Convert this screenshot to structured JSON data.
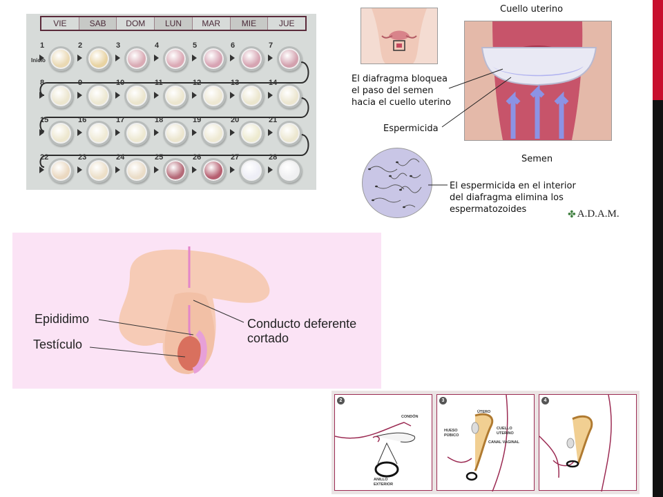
{
  "pill_pack": {
    "days": [
      "VIE",
      "SAB",
      "DOM",
      "LUN",
      "MAR",
      "MIE",
      "JUE"
    ],
    "start_label": "Inicio",
    "numbers": [
      "1",
      "2",
      "3",
      "4",
      "5",
      "6",
      "7",
      "8",
      "9",
      "10",
      "11",
      "12",
      "13",
      "14",
      "15",
      "16",
      "17",
      "18",
      "19",
      "20",
      "21",
      "22",
      "23",
      "24",
      "25",
      "26",
      "27",
      "28"
    ],
    "colors": [
      "#ead9b3",
      "#e8d3a2",
      "#d9aab4",
      "#dba9b5",
      "#d7a3b3",
      "#d6a4b2",
      "#d3a1ae",
      "#ece6cf",
      "#ede8d2",
      "#ebe5cd",
      "#ece6cf",
      "#eee8d3",
      "#ebe6ce",
      "#ece6d0",
      "#ede7cf",
      "#efead5",
      "#ede8d1",
      "#ebe5ce",
      "#eee9d3",
      "#edeacf",
      "#ece7d0",
      "#ead8c0",
      "#ecdfc8",
      "#eadcc7",
      "#b56a78",
      "#b65f70",
      "#eeeef6",
      "#f0f0f2"
    ]
  },
  "diaphragm": {
    "title": "Cuello uterino",
    "block_label": [
      "El diafragma bloquea",
      "el paso del semen",
      "hacia el cuello uterino"
    ],
    "spermicide_label": "Espermicida",
    "semen_label": "Semen",
    "kill_label": [
      "El espermicida en el interior",
      "del diafragma elimina los",
      "espermatozoides"
    ],
    "brand": "A.D.A.M."
  },
  "vasectomy": {
    "epididymis_label": "Epididimo",
    "testicle_label": "Testículo",
    "vas_label": [
      "Conducto deferente",
      "cortado"
    ]
  },
  "condom": {
    "steps": [
      "2",
      "3",
      "4"
    ],
    "p2_condom": "CONDÓN",
    "p2_ring": [
      "ANILLO",
      "EXTERIOR"
    ],
    "p3_uterus": "ÚTERO",
    "p3_bone": [
      "HUESO",
      "PÚBICO"
    ],
    "p3_cervix": [
      "CUELLO",
      "UTERINO"
    ],
    "p3_canal": "CANAL VAGINAL"
  },
  "colors": {
    "accent_red": "#c8102e",
    "sidebar_black": "#111111",
    "vas_bg": "#fbe3f5",
    "burgundy": "#9b2a52"
  }
}
